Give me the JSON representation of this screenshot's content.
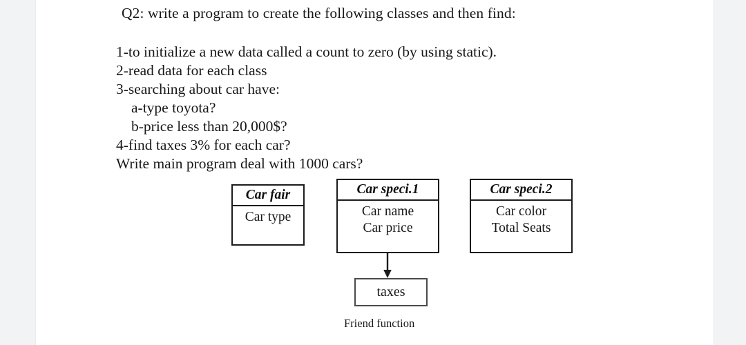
{
  "document": {
    "heading": "Q2: write a program to create the following classes and then find:",
    "body_lines": [
      {
        "text": "1-to initialize a new data called a count to zero (by using static).",
        "indent": false
      },
      {
        "text": "2-read data for each class",
        "indent": false
      },
      {
        "text": "3-searching  about car have:",
        "indent": false
      },
      {
        "text": "a-type toyota?",
        "indent": true
      },
      {
        "text": "b-price less than 20,000$?",
        "indent": true
      },
      {
        "text": "4-find taxes 3%  for each car?",
        "indent": false
      },
      {
        "text": "Write main program deal with 1000 cars?",
        "indent": false
      }
    ]
  },
  "diagram": {
    "classes": [
      {
        "id": "car-fair",
        "title": "Car fair",
        "attributes": [
          "Car type"
        ]
      },
      {
        "id": "car-speci-1",
        "title": "Car speci.1",
        "attributes": [
          "Car name",
          "Car price"
        ]
      },
      {
        "id": "car-speci-2",
        "title": "Car speci.2",
        "attributes": [
          "Car color",
          "Total Seats"
        ]
      }
    ],
    "taxes_box": {
      "label": "taxes"
    },
    "connector": {
      "from": "car-speci-1",
      "to": "taxes",
      "style": "arrow-down"
    },
    "caption": "Friend function"
  },
  "colors": {
    "page_background": "#ffffff",
    "canvas_background": "#f1f3f4",
    "ink": "#17181a",
    "box_border": "#1b1b1b",
    "taxes_border": "#4a4a4a"
  }
}
